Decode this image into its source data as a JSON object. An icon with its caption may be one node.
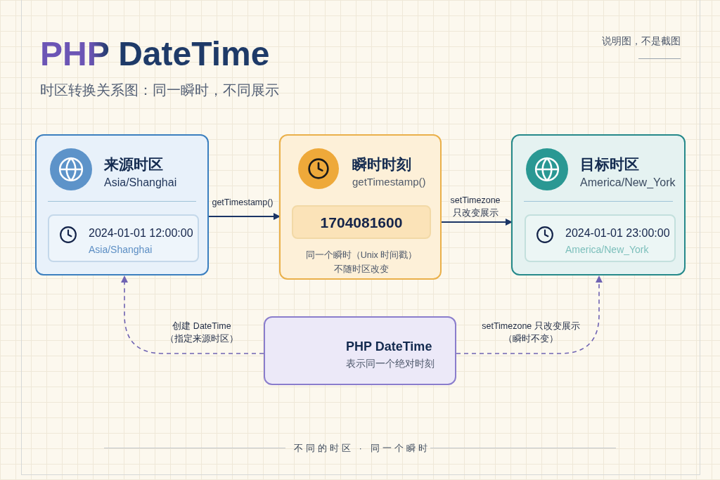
{
  "diagram": {
    "title": "PHP DateTime",
    "nodes": [
      {
        "text": [
          "来源时区",
          "Asia/Shanghai"
        ]
      },
      {
        "text": [
          "2024-01-01 12:00:00",
          "Asia/Shanghai"
        ],
        "in": 0
      },
      {
        "text": [
          "瞬时时刻",
          "getTimestamp()",
          "同一个瞬时（Unix 时间戳）不随时区改变"
        ]
      },
      {
        "text": [
          "1704081600"
        ],
        "in": 2
      },
      {
        "text": [
          "目标时区",
          "America/New_York"
        ]
      },
      {
        "text": [
          "2024-01-01 23:00:00",
          "America/New_York"
        ],
        "in": 4
      },
      {
        "text": [
          "PHP DateTime",
          "表示同一个绝对时刻"
        ]
      }
    ],
    "edges": [
      {
        "from": 0,
        "to": 2,
        "arrow": "to",
        "label": "getTimestamp()"
      },
      {
        "from": 2,
        "to": 4,
        "arrow": "to",
        "label": "setTimezone 只改变展示"
      },
      {
        "from": 6,
        "to": 0,
        "arrow": "to",
        "label": "创建 DateTime（指定来源时区）",
        "style": "dashed",
        "color": "#6f63b3"
      },
      {
        "from": 6,
        "to": 4,
        "arrow": "to",
        "label": "setTimezone 只改变展示（瞬时不变）",
        "style": "dashed",
        "color": "#6f63b3"
      }
    ],
    "labels": [
      "时区转换关系图：同一瞬时，不同展示",
      "说明图，不是截图",
      "不同的时区 · 同一个瞬时"
    ]
  }
}
